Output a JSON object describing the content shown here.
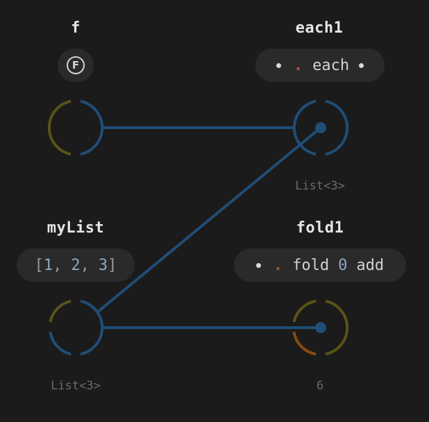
{
  "nodes": {
    "f": {
      "title": "f",
      "icon": "function-letter-f-icon",
      "icon_glyph": "F"
    },
    "each1": {
      "title": "each1",
      "expression": {
        "op": ".",
        "fn": "each"
      },
      "type_label": "List<3>"
    },
    "myList": {
      "title": "myList",
      "value": {
        "open": "[",
        "items": [
          "1",
          "2",
          "3"
        ],
        "sep": ",",
        "close": "]"
      },
      "type_label": "List<3>"
    },
    "fold1": {
      "title": "fold1",
      "expression": {
        "op": ".",
        "fn": "fold",
        "arg": "0",
        "arg2": "add"
      },
      "type_label": "6"
    }
  },
  "colors": {
    "background": "#1b1b1b",
    "pill": "#2a2a2a",
    "wire": "#1f4e77",
    "port_blue": "#1f4e77",
    "port_olive": "#585318",
    "port_orange": "#8a4a12",
    "operator": "#b5503a",
    "number": "#8fa6c4",
    "title": "#e6e6e6",
    "type_label": "#6b6b6b"
  }
}
